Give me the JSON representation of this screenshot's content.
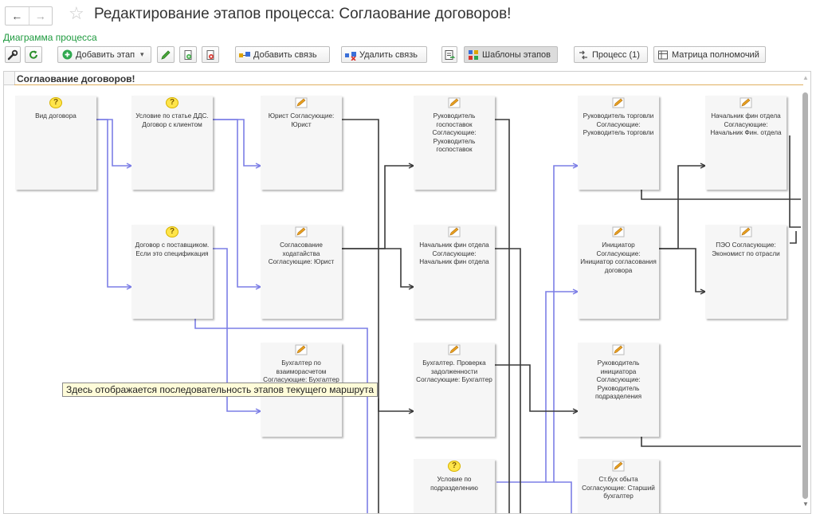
{
  "header": {
    "back_symbol": "←",
    "forward_symbol": "→",
    "star_symbol": "☆",
    "title": "Редактирование этапов процесса: Соглаование договоров!"
  },
  "diagram_link": "Диаграмма процесса",
  "toolbar": {
    "add_stage": "Добавить этап",
    "add_stage_arrow": "▾",
    "add_link": "Добавить связь",
    "delete_link": "Удалить связь",
    "stage_templates": "Шаблоны этапов",
    "process": "Процесс (1)",
    "authority_matrix": "Матрица полномочий"
  },
  "diagram": {
    "title": "Соглаование договоров!",
    "tooltip": "Здесь отображается последовательность этапов текущего маршрута",
    "nodes": [
      {
        "id": "n1",
        "icon": "question-icon",
        "text": "Вид договора"
      },
      {
        "id": "n2",
        "icon": "question-icon",
        "text": "Условие по статье ДДС. Договор с клиентом"
      },
      {
        "id": "n3",
        "icon": "question-icon",
        "text": "Договор с поставщиком. Если это спецификация"
      },
      {
        "id": "n4",
        "icon": "pencil-icon",
        "text": "Юрист Согласующие: Юрист"
      },
      {
        "id": "n5",
        "icon": "pencil-icon",
        "text": "Согласование ходатайства Согласующие: Юрист"
      },
      {
        "id": "n6",
        "icon": "pencil-icon",
        "text": "Бухгалтер по взаиморасчетом Согласующие: Бухгалтер по взаиморасчетом"
      },
      {
        "id": "n7",
        "icon": "pencil-icon",
        "text": "Руководитель госпоставок Согласующие: Руководитель госпоставок"
      },
      {
        "id": "n8",
        "icon": "pencil-icon",
        "text": "Начальник фин отдела Согласующие: Начальник фин отдела"
      },
      {
        "id": "n9",
        "icon": "pencil-icon",
        "text": "Бухгалтер. Проверка задолженности Согласующие: Бухгалтер"
      },
      {
        "id": "n10",
        "icon": "question-icon",
        "text": "Условие по подразделению"
      },
      {
        "id": "n11",
        "icon": "pencil-icon",
        "text": "Руководитель торговли Согласующие: Руководитель торговли"
      },
      {
        "id": "n12",
        "icon": "pencil-icon",
        "text": "Инициатор Согласующие: Инициатор согласования договора"
      },
      {
        "id": "n13",
        "icon": "pencil-icon",
        "text": "Руководитель инициатора Согласующие: Руководитель подразделения"
      },
      {
        "id": "n14",
        "icon": "pencil-icon",
        "text": "Ст.бух обыта Согласующие: Старший бухгалтер"
      },
      {
        "id": "n15",
        "icon": "pencil-icon",
        "text": "Начальник фин отдела Согласующие: Начальник Фин. отдела"
      },
      {
        "id": "n16",
        "icon": "pencil-icon",
        "text": "ПЭО Согласующие: Экономист по отрасли"
      }
    ]
  },
  "colors": {
    "blue_link": "#7c7ee6",
    "dark_link": "#3a3a3a",
    "accent": "#1f9a3f"
  }
}
